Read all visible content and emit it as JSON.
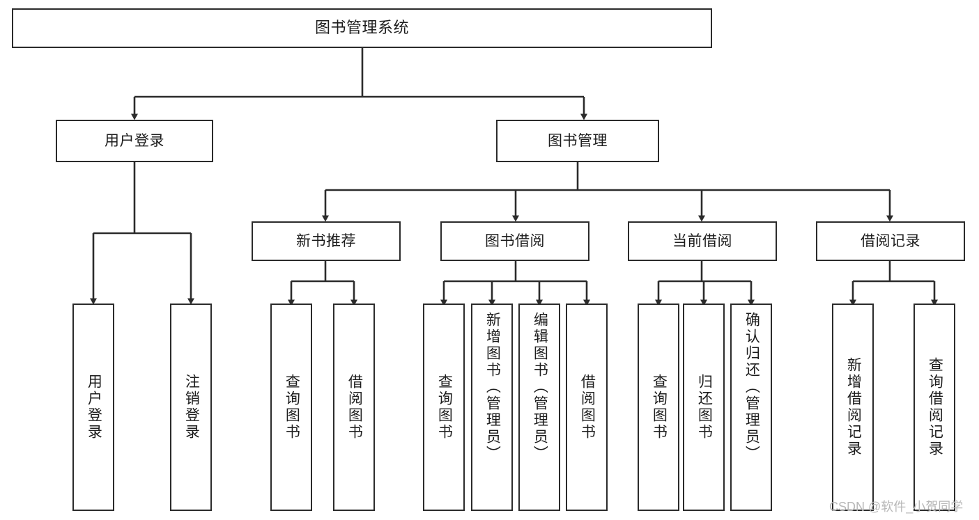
{
  "diagram": {
    "title": "图书管理系统",
    "type": "tree-hierarchy-chart",
    "colors": {
      "stroke": "#2b2b2b",
      "fill": "#ffffff",
      "text": "#1d1d1d",
      "watermark": "#b8b8b8"
    },
    "root": {
      "label": "图书管理系统"
    },
    "level2": [
      {
        "label": "用户登录"
      },
      {
        "label": "图书管理"
      }
    ],
    "level3": [
      {
        "label": "新书推荐"
      },
      {
        "label": "图书借阅"
      },
      {
        "label": "当前借阅"
      },
      {
        "label": "借阅记录"
      }
    ],
    "leaves": {
      "user_login": [
        {
          "label": "用户登录"
        },
        {
          "label": "注销登录"
        }
      ],
      "new_book_recommend": [
        {
          "label": "查询图书"
        },
        {
          "label": "借阅图书"
        }
      ],
      "book_borrow": [
        {
          "label": "查询图书"
        },
        {
          "label": "新增图书（管理员）"
        },
        {
          "label": "编辑图书（管理员）"
        },
        {
          "label": "借阅图书"
        }
      ],
      "current_borrow": [
        {
          "label": "查询图书"
        },
        {
          "label": "归还图书"
        },
        {
          "label": "确认归还（管理员）"
        }
      ],
      "borrow_record": [
        {
          "label": "新增借阅记录"
        },
        {
          "label": "查询借阅记录"
        }
      ]
    }
  },
  "watermark": {
    "text": "CSDN @软件_小贺同学"
  }
}
